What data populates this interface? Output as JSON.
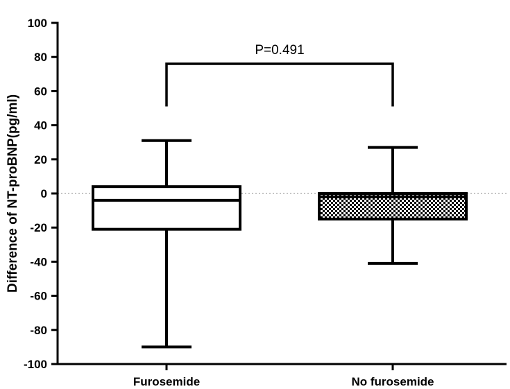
{
  "chart_data": {
    "type": "box",
    "ylabel": "Difference of NT-proBNP(pg/ml)",
    "xlabel": "",
    "ylim": [
      -100,
      100
    ],
    "yticks": [
      100,
      80,
      60,
      40,
      20,
      0,
      -20,
      -40,
      -60,
      -80,
      -100
    ],
    "reference_line": 0,
    "categories": [
      "Furosemide",
      "No furosemide"
    ],
    "boxes": [
      {
        "name": "Furosemide",
        "min": -90,
        "q1": -21,
        "median": -4,
        "q3": 4,
        "max": 31,
        "fill": "white"
      },
      {
        "name": "No furosemide",
        "min": -41,
        "q1": -15,
        "median": -2,
        "q3": 0,
        "max": 27,
        "fill": "checkered"
      }
    ],
    "annotation": {
      "text": "P=0.491",
      "bracket_y": 76,
      "bracket_bottom": 51
    }
  }
}
